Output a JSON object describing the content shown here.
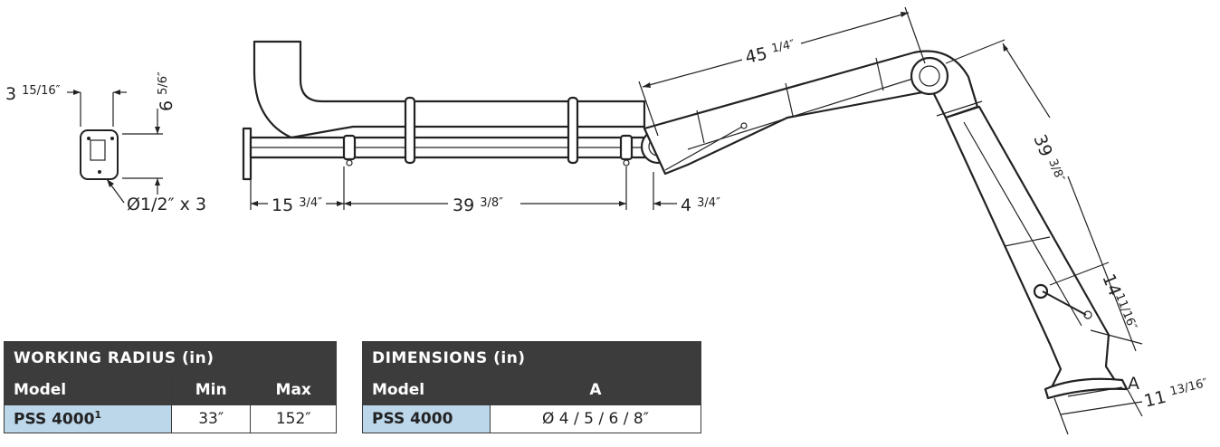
{
  "dimensions": {
    "width_a": "3",
    "width_a_frac": "15/16″",
    "height_a": "6",
    "height_a_frac": "5/6″",
    "holes": "Ø1/2″ x 3",
    "d1": "15",
    "d1_frac": "3/4″",
    "d2": "39",
    "d2_frac": "3/8″",
    "d3": "4",
    "d3_frac": "3/4″",
    "d4": "45",
    "d4_frac": "1/4″",
    "d5": "39",
    "d5_frac": "3/8″",
    "d6": "14",
    "d6_frac": "11/16″",
    "d7": "11",
    "d7_frac": "13/16″",
    "label_a": "A"
  },
  "working_radius": {
    "title": "WORKING RADIUS (in)",
    "headers": [
      "Model",
      "Min",
      "Max"
    ],
    "rows": [
      {
        "model": "PSS 4000",
        "footnote": "1",
        "min": "33″",
        "max": "152″"
      }
    ]
  },
  "dims_table": {
    "title": "DIMENSIONS (in)",
    "headers": [
      "Model",
      "A"
    ],
    "rows": [
      {
        "model": "PSS 4000",
        "a": "Ø 4 / 5 / 6 / 8″"
      }
    ]
  },
  "colors": {
    "header": "#3c3c3c",
    "model_cell": "#bcd7ea"
  }
}
